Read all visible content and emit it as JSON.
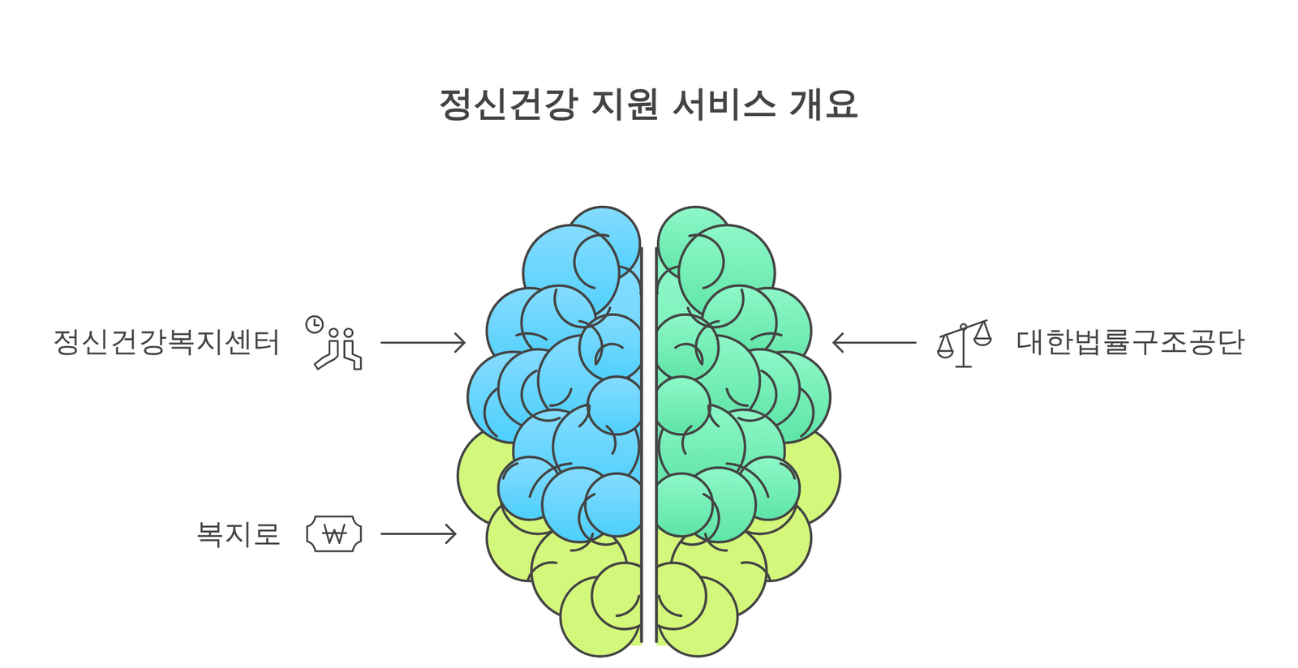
{
  "diagram": {
    "title": "정신건강 지원 서비스 개요",
    "labels": [
      "정신건강복지센터",
      "대한법률구조공단",
      "복지로"
    ]
  }
}
